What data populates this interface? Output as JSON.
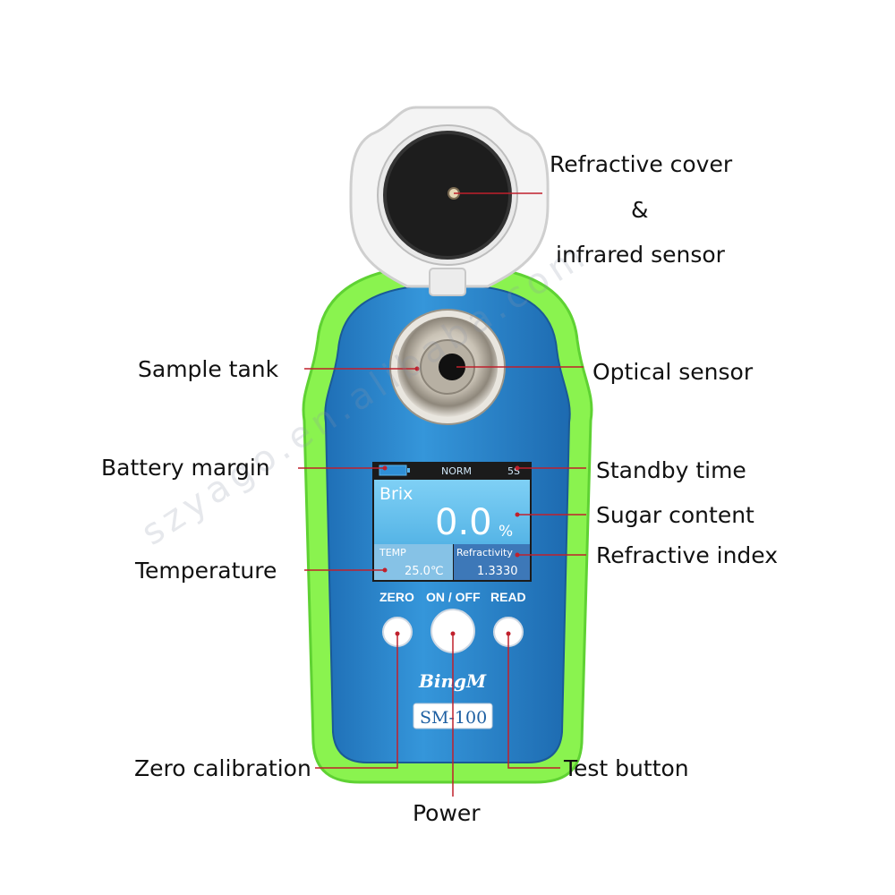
{
  "device": {
    "brand": "BingM",
    "model": "SM-100",
    "colors": {
      "body": "#2b8ad0",
      "bumper": "#86ef4a",
      "cover": "#f2f2f2",
      "lcd": "#6fc3ee",
      "accent_line": "#c0202c"
    }
  },
  "display": {
    "mode": "NORM",
    "standby": "5S",
    "scale": "Brix",
    "reading": "0.0",
    "unit": "%",
    "temp_label": "TEMP",
    "temp_value": "25.0℃",
    "refractivity_label": "Refractivity",
    "refractivity_value": "1.3330"
  },
  "buttons": {
    "zero": "ZERO",
    "power": "ON / OFF",
    "read": "READ"
  },
  "callouts": {
    "refractive_cover_line1": "Refractive cover",
    "refractive_cover_line2": "&",
    "refractive_cover_line3": "infrared sensor",
    "sample_tank": "Sample tank",
    "optical_sensor": "Optical sensor",
    "battery_margin": "Battery margin",
    "standby_time": "Standby time",
    "sugar_content": "Sugar content",
    "refractive_index": "Refractive index",
    "temperature": "Temperature",
    "zero_calibration": "Zero calibration",
    "test_button": "Test button",
    "power": "Power"
  }
}
